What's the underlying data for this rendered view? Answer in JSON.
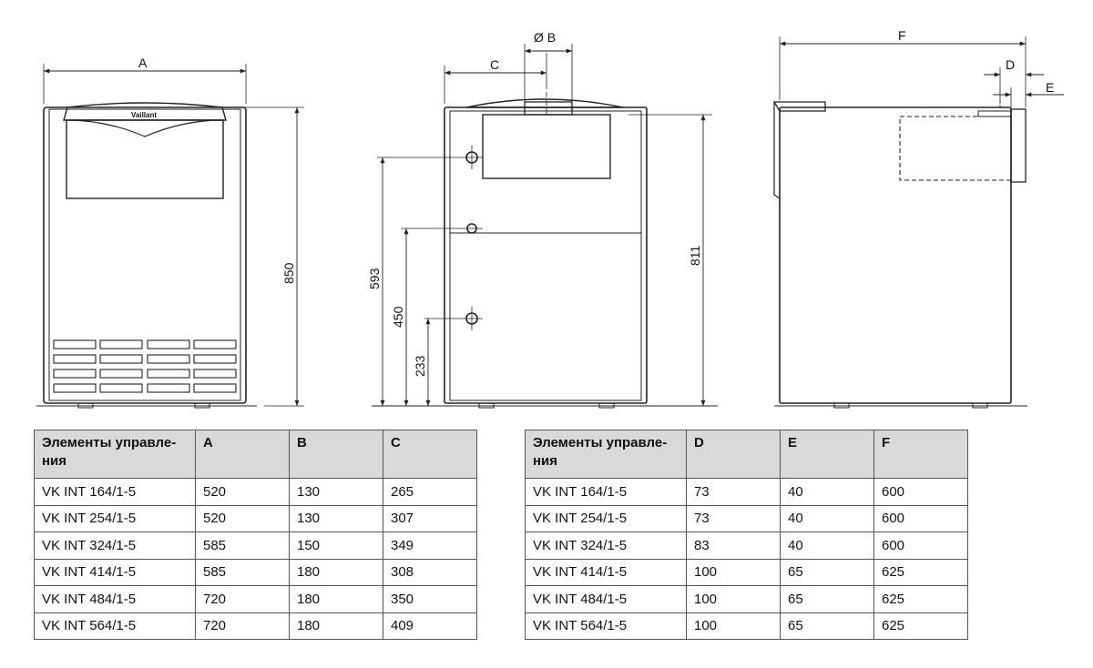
{
  "logo_text": "Vaillant",
  "dimension_labels": {
    "front_width": "A",
    "flue_diameter": "Ø B",
    "flue_offset": "C",
    "depth": "F",
    "flue_depth_offset": "D",
    "flue_rear_offset": "E",
    "front_height": "850",
    "height_593": "593",
    "height_450": "450",
    "height_233": "233",
    "side_height": "811"
  },
  "table_left": {
    "headers": [
      "Элементы управле-ния",
      "A",
      "B",
      "C"
    ],
    "rows": [
      [
        "VK INT 164/1-5",
        "520",
        "130",
        "265"
      ],
      [
        "VK INT 254/1-5",
        "520",
        "130",
        "307"
      ],
      [
        "VK INT 324/1-5",
        "585",
        "150",
        "349"
      ],
      [
        "VK INT 414/1-5",
        "585",
        "180",
        "308"
      ],
      [
        "VK INT 484/1-5",
        "720",
        "180",
        "350"
      ],
      [
        "VK INT 564/1-5",
        "720",
        "180",
        "409"
      ]
    ]
  },
  "table_right": {
    "headers": [
      "Элементы управле-ния",
      "D",
      "E",
      "F"
    ],
    "rows": [
      [
        "VK INT 164/1-5",
        "73",
        "40",
        "600"
      ],
      [
        "VK INT 254/1-5",
        "73",
        "40",
        "600"
      ],
      [
        "VK INT 324/1-5",
        "83",
        "40",
        "600"
      ],
      [
        "VK INT 414/1-5",
        "100",
        "65",
        "625"
      ],
      [
        "VK INT 484/1-5",
        "100",
        "65",
        "625"
      ],
      [
        "VK INT 564/1-5",
        "100",
        "65",
        "625"
      ]
    ]
  }
}
